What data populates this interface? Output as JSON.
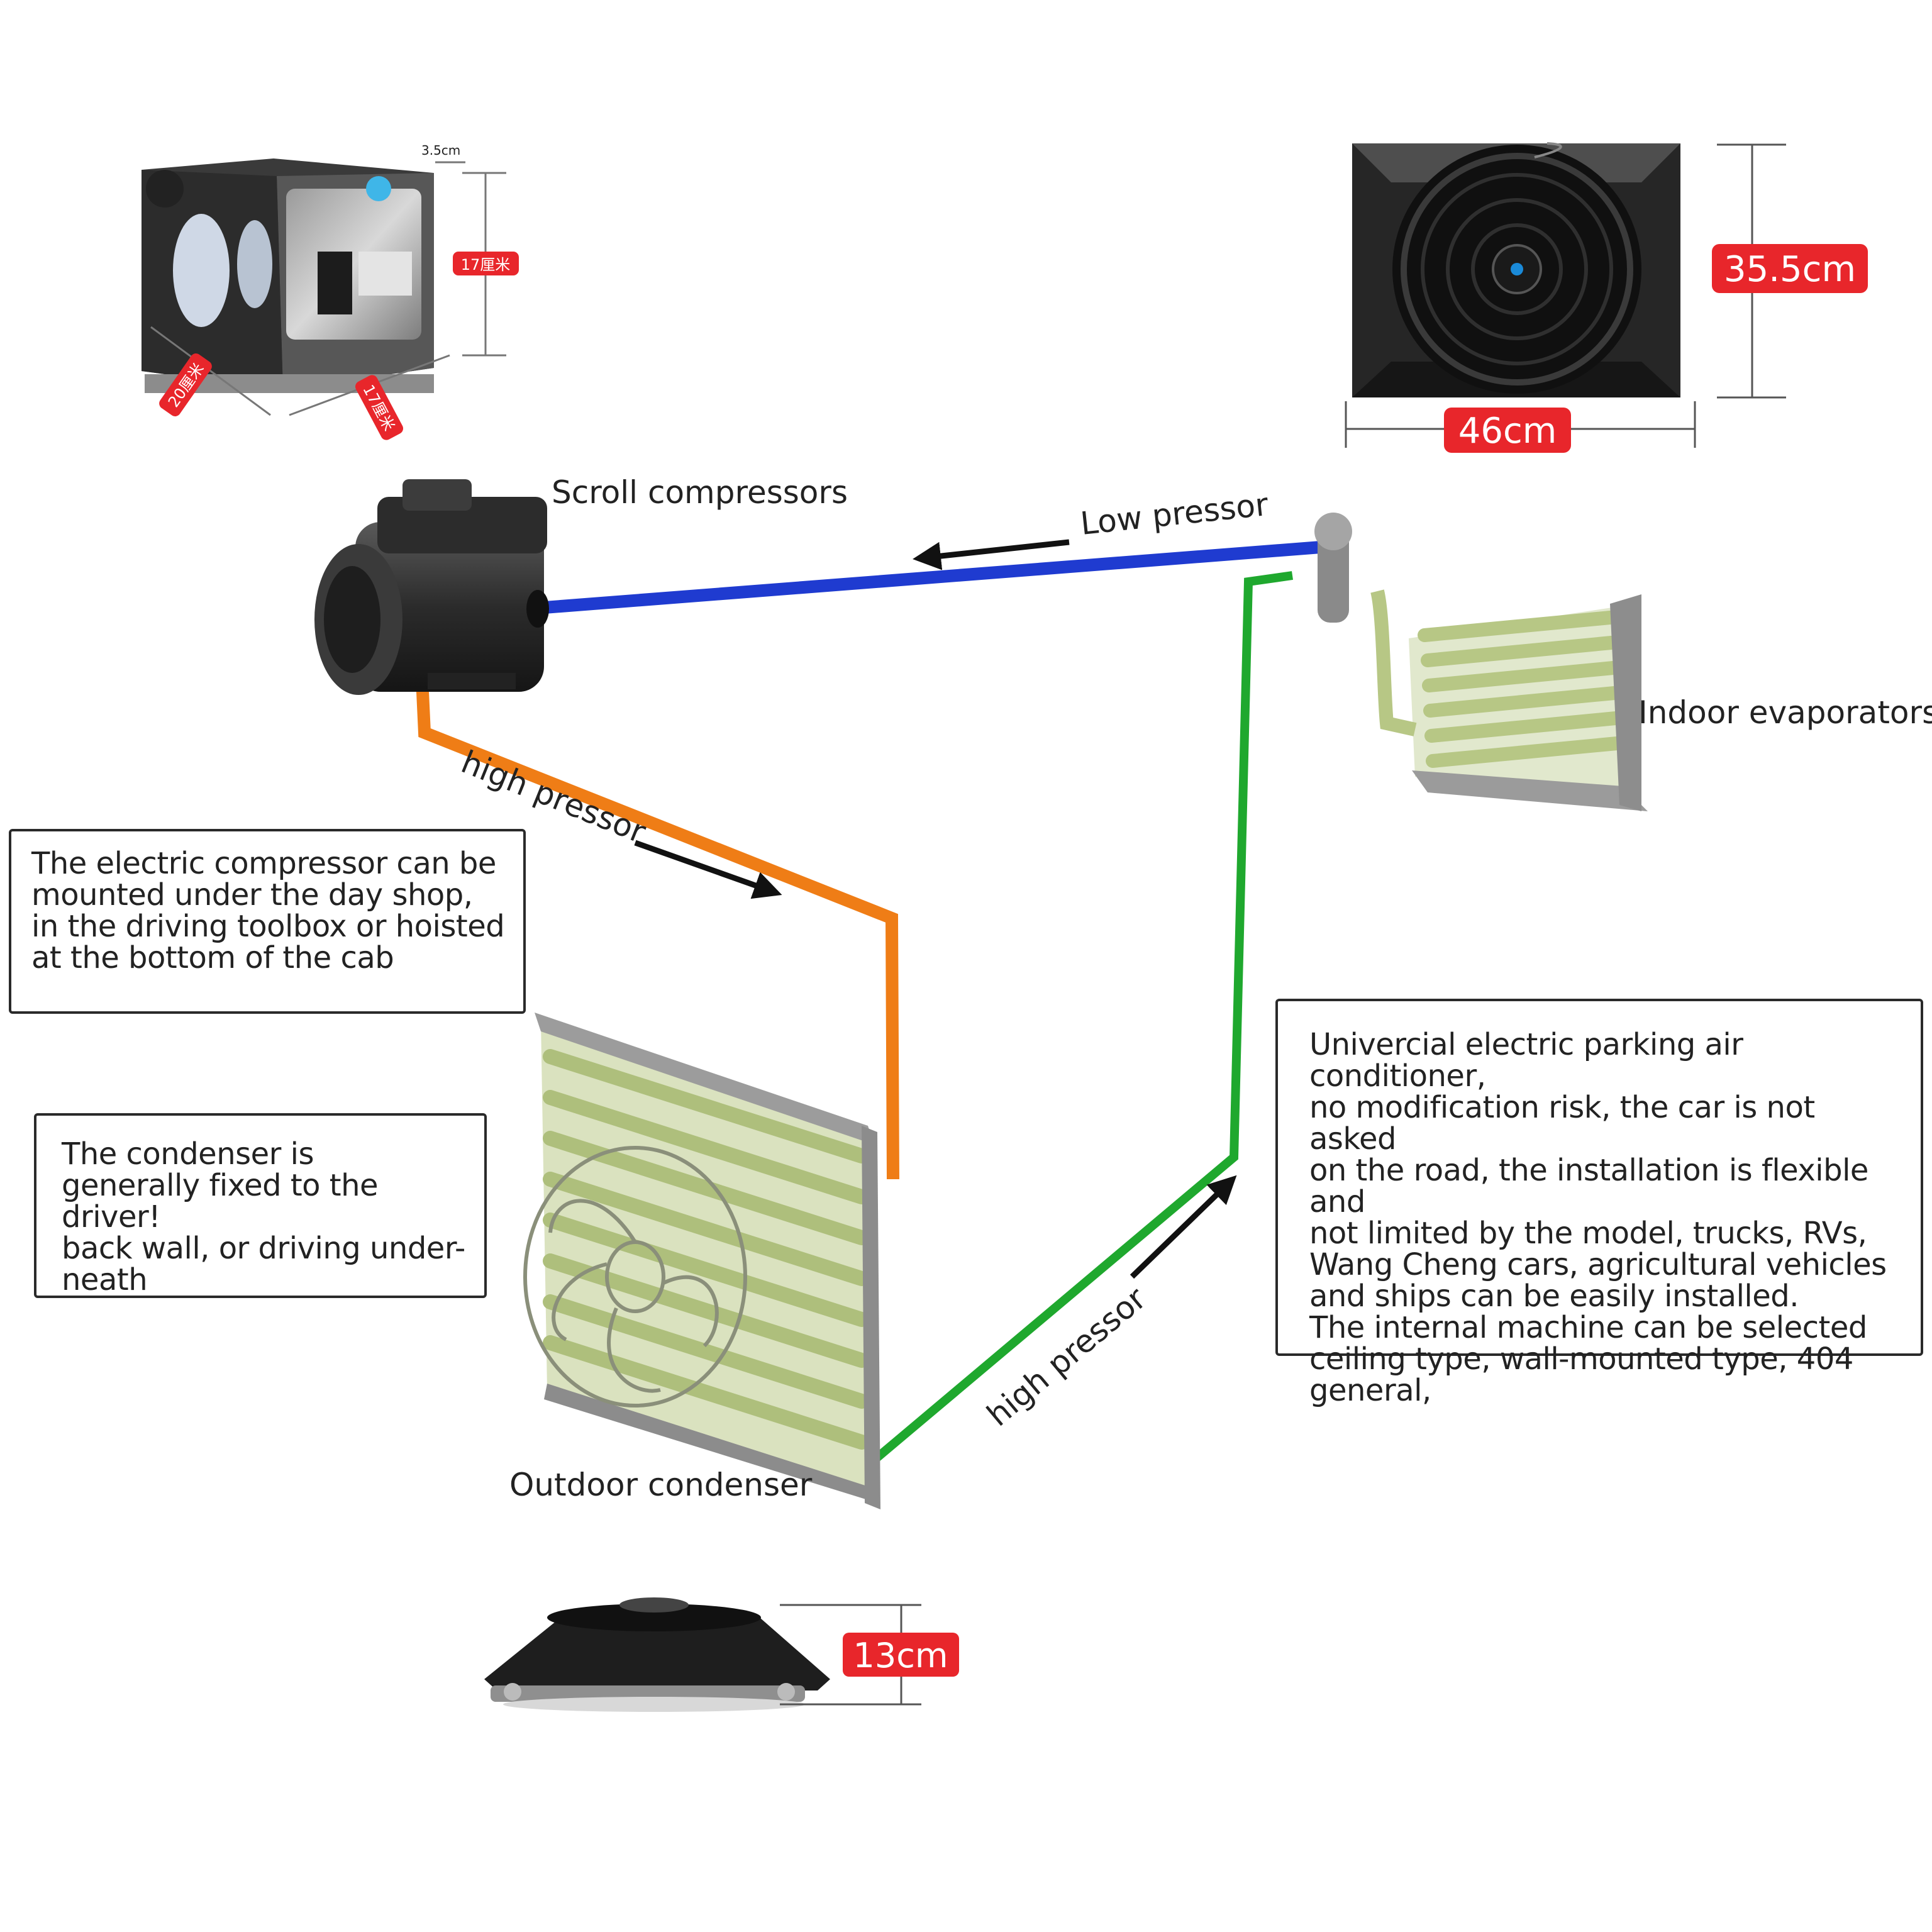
{
  "labels": {
    "compressor": "Scroll compressors",
    "evaporator": "Indoor evaporators",
    "condenser": "Outdoor condenser",
    "low_pressure": "Low pressor",
    "high_pressure_left": "high pressor",
    "high_pressure_right": "high pressor"
  },
  "dimensions": {
    "compressor_depth": "3.5cm",
    "compressor_height": "17厘米",
    "compressor_width": "20厘米",
    "compressor_length": "17厘米",
    "evaporator_height": "35.5cm",
    "evaporator_width": "46cm",
    "fan_height": "13cm"
  },
  "notes": {
    "compressor_mount": "The electric compressor can be\nmounted under the day shop,\nin the driving toolbox or hoisted\nat the bottom of the cab",
    "condenser_mount": "The condenser is\ngenerally fixed to the driver!\nback wall, or driving under-\nneath",
    "general_info": "Univercial electric parking air conditioner,\nno modification risk, the car is not asked\non the road, the installation is flexible and\nnot limited by the model, trucks, RVs,\nWang Cheng cars, agricultural vehicles\nand ships can be easily installed.\nThe internal machine can be selected\nceiling type, wall-mounted type, 404\ngeneral,"
  },
  "colors": {
    "low_pressure_line": "#1f3bd0",
    "high_pressure_discharge_line": "#ef7d16",
    "high_pressure_liquid_line": "#1fa82e",
    "dimension_badge": "#e8262b",
    "coil_fill": "#b9c98a"
  },
  "icons": {
    "compressor": "scroll-compressor-icon",
    "evaporator": "evaporator-coil-icon",
    "condenser": "condenser-coil-icon",
    "fan": "axial-fan-icon"
  }
}
